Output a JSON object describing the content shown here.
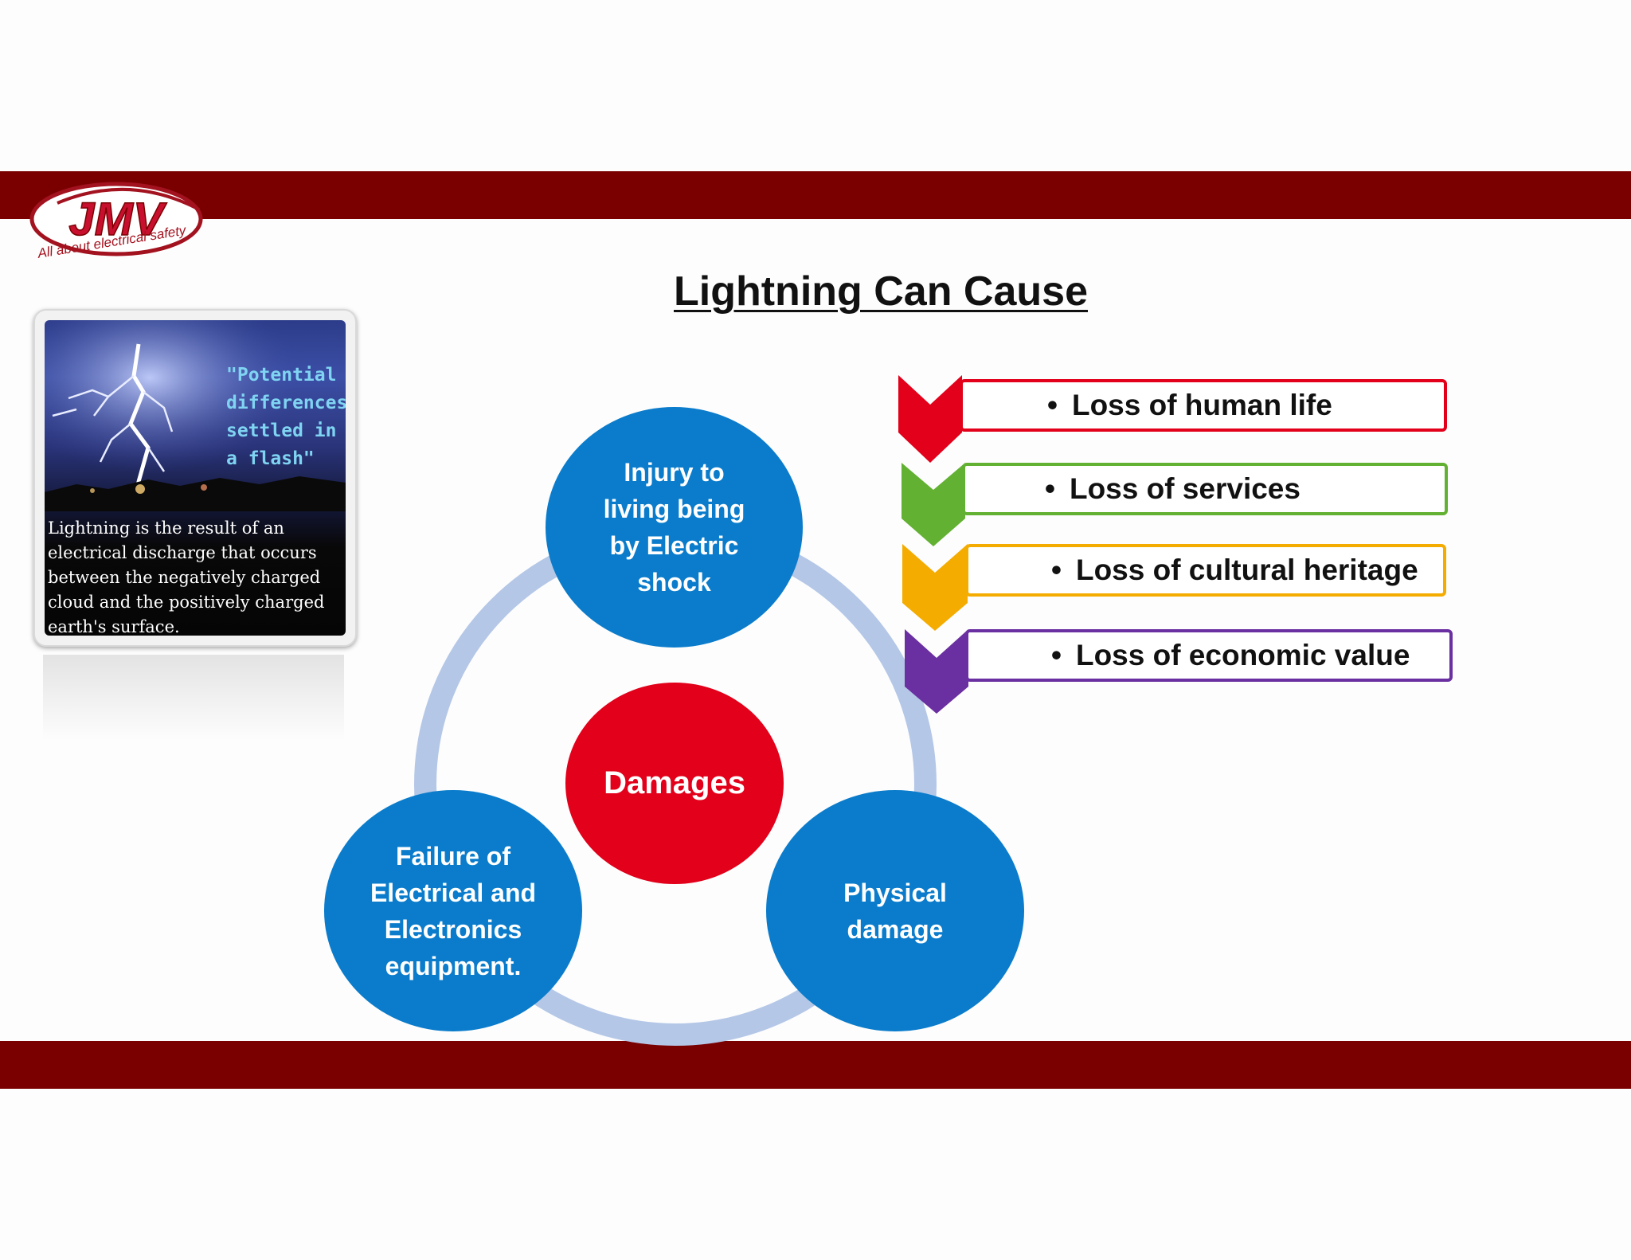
{
  "logo": {
    "brand": "JMV",
    "tagline": "All about electrical safety"
  },
  "photo": {
    "quote_lines": [
      "\"Potential",
      "differences",
      "settled in",
      "a flash\""
    ],
    "caption": "Lightning is the result of an electrical discharge that occurs between the negatively charged cloud and the positively charged earth's surface."
  },
  "title": "Lightning Can Cause",
  "cycle": {
    "center": "Damages",
    "top": "Injury to living being by Electric shock",
    "left": "Failure of Electrical and Electronics equipment.",
    "right": "Physical damage"
  },
  "losses": [
    {
      "label": "Loss of human life",
      "color": "#e2001a"
    },
    {
      "label": "Loss of services",
      "color": "#62b132"
    },
    {
      "label": "Loss of cultural heritage",
      "color": "#f4ac00"
    },
    {
      "label": "Loss of economic value",
      "color": "#6a2fa0"
    }
  ],
  "colors": {
    "band": "#7a0000",
    "circle_blue": "#0a7ccb",
    "circle_red": "#e2001a",
    "ring": "#b4c7e7"
  }
}
